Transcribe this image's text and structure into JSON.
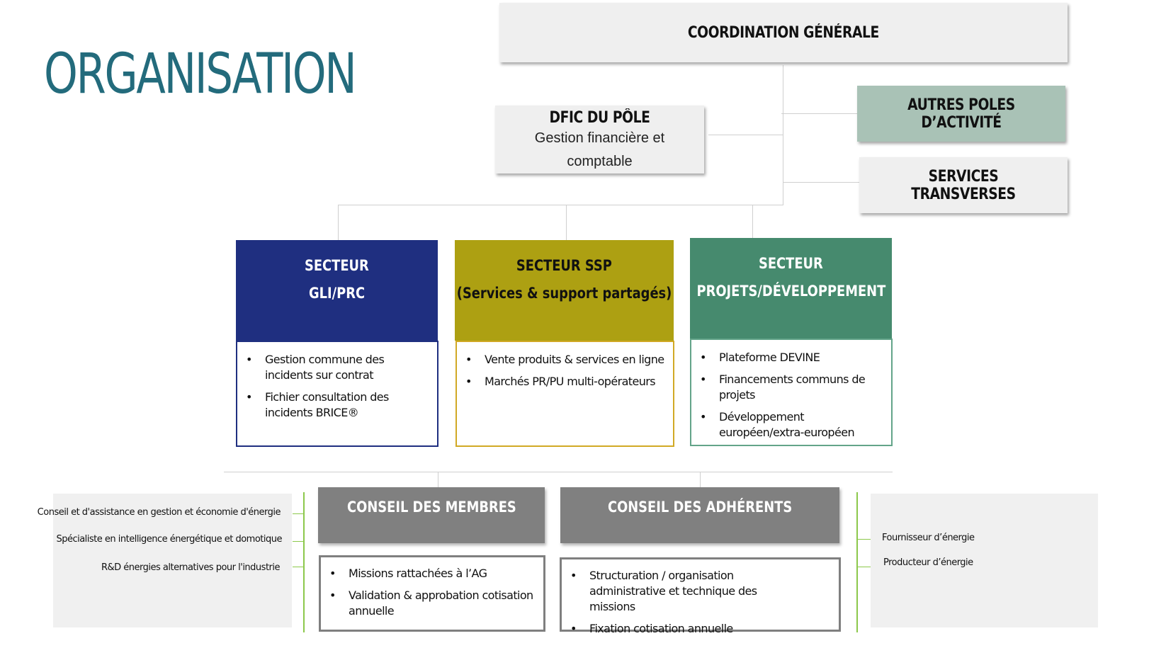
{
  "title": "ORGANISATION",
  "coordination": {
    "label": "COORDINATION GÉNÉRALE"
  },
  "dfic": {
    "title": "DFIC DU PÔLE",
    "subtitle_line1": "Gestion financière et",
    "subtitle_line2": "comptable"
  },
  "autres_poles": {
    "label": "AUTRES POLES D’ACTIVITÉ"
  },
  "services_transverses": {
    "label": "SERVICES TRANSVERSES"
  },
  "sectors": [
    {
      "line1": "SECTEUR",
      "line2": "GLI/PRC",
      "items": [
        "Gestion commune des incidents sur contrat",
        "Fichier consultation des incidents BRICE®"
      ]
    },
    {
      "line1": "SECTEUR SSP",
      "line2": "(Services & support partagés)",
      "items": [
        "Vente produits & services en ligne",
        "Marchés PR/PU multi-opérateurs"
      ]
    },
    {
      "line1": "SECTEUR",
      "line2": "PROJETS/DÉVELOPPEMENT",
      "items": [
        "Plateforme DEVINE",
        "Financements communs de projets",
        "Développement européen/extra-européen"
      ]
    }
  ],
  "councils": [
    {
      "label": "CONSEIL DES MEMBRES",
      "items": [
        "Missions rattachées à l’AG",
        "Validation & approbation cotisation annuelle"
      ]
    },
    {
      "label": "CONSEIL DES ADHÉRENTS",
      "items": [
        "Structuration / organisation administrative et technique des missions",
        "Fixation cotisation annuelle"
      ]
    }
  ],
  "left_panel": {
    "items": [
      "Conseil et d'assistance en gestion et économie d'énergie",
      "Spécialiste en intelligence énergétique et domotique",
      "R&D  énergies alternatives pour l'industrie"
    ]
  },
  "right_panel": {
    "items": [
      "Fournisseur d’énergie",
      "Producteur d’énergie"
    ]
  },
  "colors": {
    "title": "#236b7c",
    "sector_gli": "#1f2f80",
    "sector_ssp": "#ada012",
    "sector_projets": "#468a6e",
    "autres_poles": "#a9c2b6",
    "council": "#808080",
    "green_line": "#8cc84b"
  }
}
